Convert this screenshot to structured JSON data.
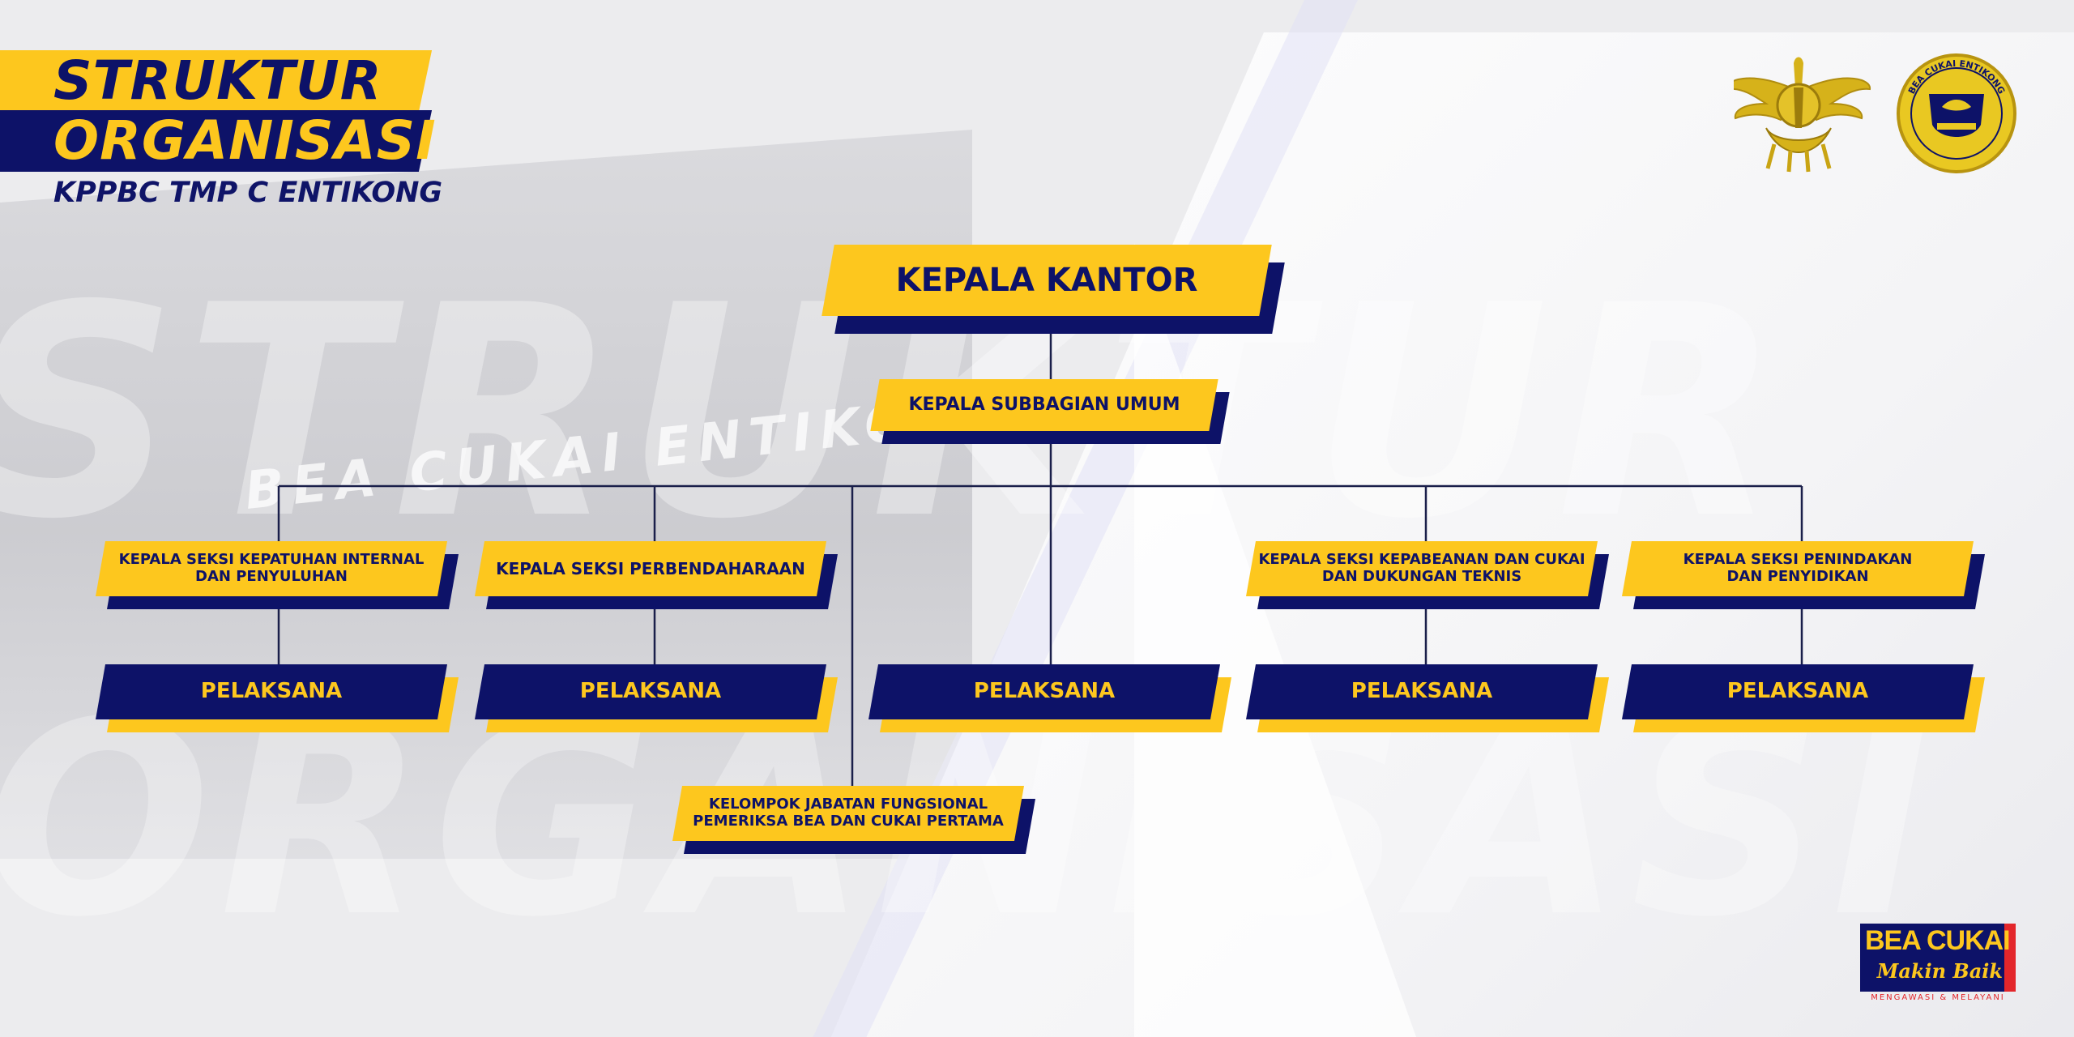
{
  "colors": {
    "yellow": "#fdc71e",
    "navy": "#0d1268",
    "line": "#1a1f4a"
  },
  "title": {
    "line1": "STRUKTUR",
    "line2": "ORGANISASI",
    "subtitle": "KPPBC TMP C ENTIKONG"
  },
  "background": {
    "sign_text": "BEA CUKAI ENTIKONG"
  },
  "logos": {
    "emblem_icon": "customs-garuda-emblem-icon",
    "badge_icon": "bea-cukai-entikong-badge-icon",
    "badge_text": "BEA CUKAI ENTIKONG"
  },
  "chart": {
    "head": "KEPALA KANTOR",
    "subhead": "KEPALA SUBBAGIAN UMUM",
    "sections": [
      {
        "name": "KEPALA SEKSI KEPATUHAN INTERNAL\nDAN PENYULUHAN",
        "staff": "PELAKSANA"
      },
      {
        "name": "KEPALA SEKSI PERBENDAHARAAN",
        "staff": "PELAKSANA"
      },
      {
        "name": "KEPALA SEKSI KEPABEANAN DAN CUKAI\nDAN DUKUNGAN TEKNIS",
        "staff": "PELAKSANA"
      },
      {
        "name": "KEPALA SEKSI PENINDAKAN\nDAN PENYIDIKAN",
        "staff": "PELAKSANA"
      }
    ],
    "center_staff": "PELAKSANA",
    "functional_group": "KELOMPOK JABATAN FUNGSIONAL\nPEMERIKSA BEA DAN CUKAI PERTAMA"
  },
  "footer": {
    "brand": "BEA CUKAI",
    "tagline": "Makin Baik",
    "motto": "MENGAWASI & MELAYANI"
  }
}
